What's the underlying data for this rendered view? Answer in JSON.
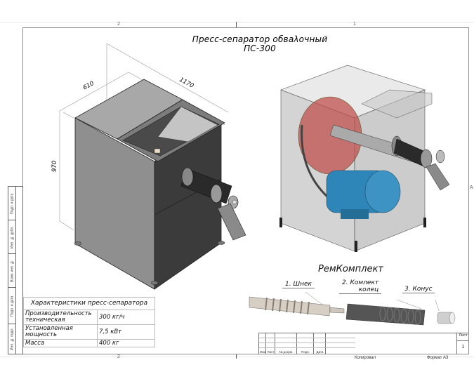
{
  "drawing": {
    "title_line1": "Пресс-сепаратор обваλочный",
    "title_line2": "ПС-300",
    "zones_top": [
      "2",
      "1"
    ],
    "zones_bottom": [
      "2"
    ],
    "zone_right": "A"
  },
  "dimensions": {
    "depth": "610",
    "length": "1170",
    "height": "970"
  },
  "repair_kit": {
    "heading": "РемКомплект",
    "items": [
      {
        "label": "1. Шнек"
      },
      {
        "label_line1": "2. Комлект",
        "label_line2": "колец"
      },
      {
        "label": "3. Конус"
      }
    ]
  },
  "spec_table": {
    "header": "Характеристики пресс-сепаратора",
    "rows": [
      {
        "name_line1": "Производительность",
        "name_line2": "техническая",
        "value": "300 кг/ч"
      },
      {
        "name_line1": "Установленная",
        "name_line2": "мощность",
        "value": "7,5 кВт"
      },
      {
        "name_line1": "Масса",
        "name_line2": "",
        "value": "400 кг"
      }
    ]
  },
  "side_stamp": [
    "Подп. и дата",
    "Инв. № дубл.",
    "Взам. инв. №",
    "Подп. и дата",
    "Инв. № подл."
  ],
  "title_block": {
    "columns": [
      "Изм",
      "Лист",
      "№ докум.",
      "Подп.",
      "Дата"
    ],
    "sheet_label": "Лист",
    "sheet_number": "1",
    "copied_label": "Копировал",
    "format_label": "Формат А3"
  },
  "colors": {
    "frame": "#8a8a8a",
    "body_light": "#9a9a9a",
    "body_dark": "#3a3a3a",
    "pulley_red": "#c0504d",
    "motor_blue": "#2e86b8"
  }
}
